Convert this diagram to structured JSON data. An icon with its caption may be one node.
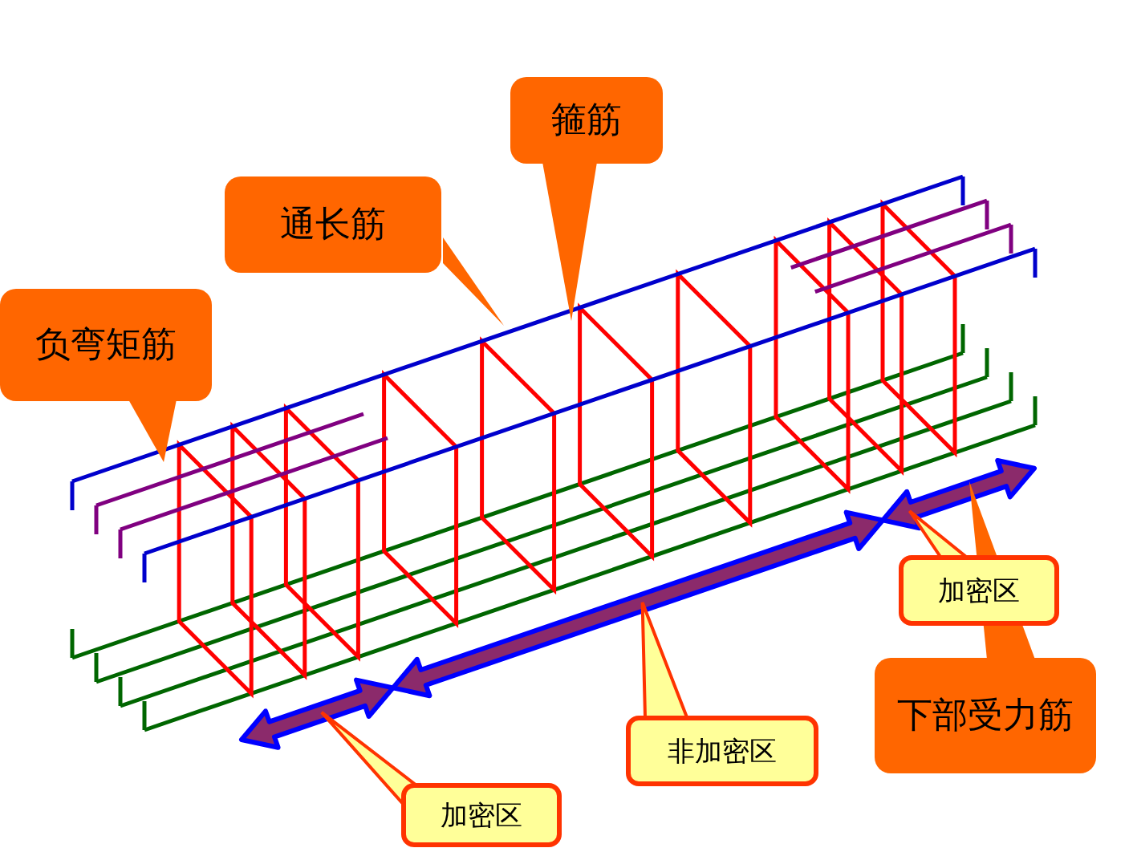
{
  "diagram": {
    "nodes": [
      {
        "text": [
          "箍筋"
        ]
      },
      {
        "text": [
          "通长筋"
        ]
      },
      {
        "text": [
          "负弯矩筋"
        ]
      },
      {
        "text": [
          "下部受力筋"
        ]
      },
      {
        "text": [
          "加密区"
        ]
      },
      {
        "text": [
          "非加密区"
        ]
      },
      {
        "text": [
          "加密区"
        ]
      }
    ],
    "edges": [
      {
        "from": 0,
        "to": null,
        "arrow": "to"
      },
      {
        "from": 1,
        "to": null,
        "arrow": "to"
      },
      {
        "from": 2,
        "to": null,
        "arrow": "to"
      },
      {
        "from": 3,
        "to": null,
        "arrow": "to"
      },
      {
        "from": 4,
        "to": null,
        "arrow": "to"
      },
      {
        "from": 5,
        "to": null,
        "arrow": "to"
      },
      {
        "from": 6,
        "to": null,
        "arrow": "to"
      }
    ]
  }
}
